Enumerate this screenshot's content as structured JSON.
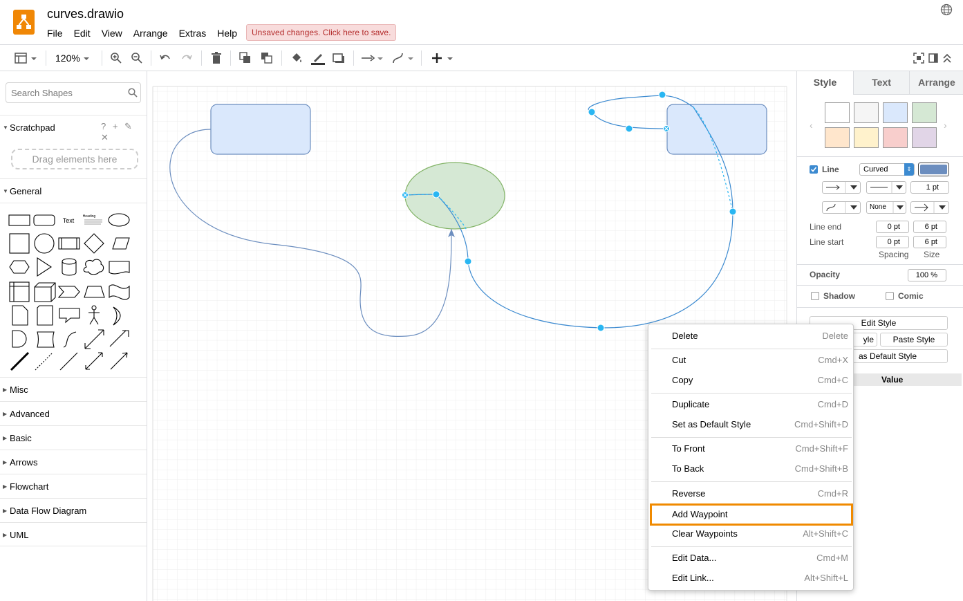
{
  "app": {
    "title": "curves.drawio",
    "unsaved_notice": "Unsaved changes. Click here to save.",
    "menu": [
      "File",
      "Edit",
      "View",
      "Arrange",
      "Extras",
      "Help"
    ],
    "accent_color": "#f08705"
  },
  "toolbar": {
    "zoom": "120%",
    "icons": [
      "panel-layout-icon",
      "zoom-in-icon",
      "zoom-out-icon",
      "undo-icon",
      "redo-icon",
      "delete-icon",
      "to-front-icon",
      "to-back-icon",
      "fill-color-icon",
      "line-color-icon",
      "shadow-icon",
      "connection-icon",
      "waypoint-icon",
      "insert-icon",
      "fullscreen-icon",
      "format-panel-icon",
      "collapse-icon"
    ]
  },
  "sidebar": {
    "search_placeholder": "Search Shapes",
    "scratchpad": {
      "title": "Scratchpad",
      "dropzone": "Drag elements here",
      "icons": "? + ✎ ✕"
    },
    "general": {
      "title": "General",
      "text_shape": "Text",
      "heading_shape": "Heading"
    },
    "sections": [
      "Misc",
      "Advanced",
      "Basic",
      "Arrows",
      "Flowchart",
      "Data Flow Diagram",
      "UML"
    ]
  },
  "format_panel": {
    "tabs": [
      "Style",
      "Text",
      "Arrange"
    ],
    "swatches": [
      "#ffffff",
      "#f5f5f5",
      "#dae8fc",
      "#d5e8d4",
      "#ffe6cc",
      "#fff2cc",
      "#f8cecc",
      "#e1d5e7"
    ],
    "line": {
      "label": "Line",
      "checked": true,
      "style_value": "Curved",
      "color": "#6c8ebf",
      "width": "1 pt",
      "waypoint_none": "None",
      "line_end_label": "Line end",
      "line_start_label": "Line start",
      "line_end_spacing": "0 pt",
      "line_end_size": "6 pt",
      "line_start_spacing": "0 pt",
      "line_start_size": "6 pt",
      "spacing_label": "Spacing",
      "size_label": "Size"
    },
    "opacity": {
      "label": "Opacity",
      "value": "100 %"
    },
    "shadow_label": "Shadow",
    "comic_label": "Comic",
    "buttons": {
      "edit_style": "Edit Style",
      "copy_style_partial": "yle",
      "paste_style": "Paste Style",
      "set_default_partial": "as Default Style"
    },
    "property_header": "Value"
  },
  "context_menu": {
    "items": [
      {
        "label": "Delete",
        "shortcut": "Delete"
      },
      {
        "label": "Cut",
        "shortcut": "Cmd+X"
      },
      {
        "label": "Copy",
        "shortcut": "Cmd+C"
      },
      {
        "label": "Duplicate",
        "shortcut": "Cmd+D"
      },
      {
        "label": "Set as Default Style",
        "shortcut": "Cmd+Shift+D"
      },
      {
        "label": "To Front",
        "shortcut": "Cmd+Shift+F"
      },
      {
        "label": "To Back",
        "shortcut": "Cmd+Shift+B"
      },
      {
        "label": "Reverse",
        "shortcut": "Cmd+R"
      },
      {
        "label": "Add Waypoint",
        "shortcut": ""
      },
      {
        "label": "Clear Waypoints",
        "shortcut": "Alt+Shift+C"
      },
      {
        "label": "Edit Data...",
        "shortcut": "Cmd+M"
      },
      {
        "label": "Edit Link...",
        "shortcut": "Alt+Shift+L"
      }
    ],
    "highlight_color": "#f08a00"
  },
  "diagram": {
    "rect_fill": "#dae8fc",
    "rect_stroke": "#6c8ebf",
    "ellipse_fill": "#d5e8d4",
    "ellipse_stroke": "#82b366",
    "handle_color": "#29b6f2"
  }
}
